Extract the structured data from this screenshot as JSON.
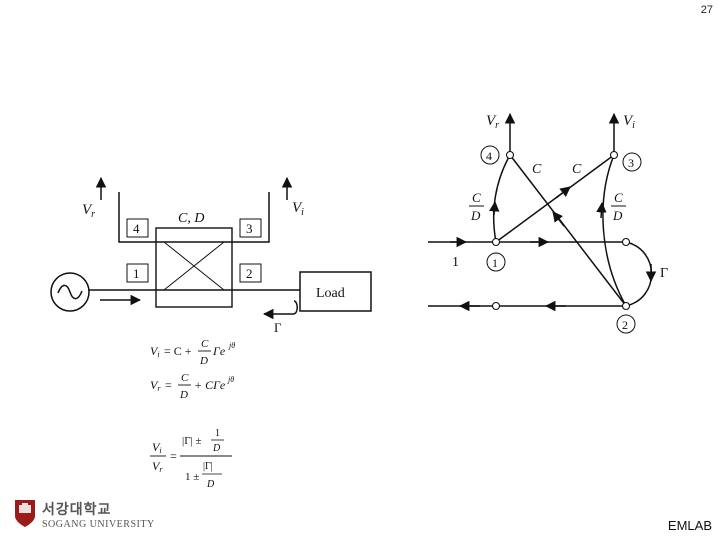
{
  "page_number": "27",
  "footer": {
    "lab": "EMLAB"
  },
  "logo": {
    "korean": "서강대학교",
    "english": "SOGANG UNIVERSITY",
    "mark": "seal-icon"
  },
  "coupler_diagram": {
    "box_label": "C, D",
    "ports": [
      "1",
      "2",
      "3",
      "4"
    ],
    "outputs": {
      "left": "V",
      "left_sub": "r",
      "right": "V",
      "right_sub": "i"
    },
    "load_label": "Load",
    "gamma": "Γ",
    "source": "source-icon"
  },
  "equations": {
    "vi": {
      "lhs": "V",
      "lhs_sub": "i",
      "rhs_a": "= C +",
      "frac_num": "C",
      "frac_den": "D",
      "rhs_b": "Γe",
      "exp": "jθ"
    },
    "vr": {
      "lhs": "V",
      "lhs_sub": "r",
      "rhs_a": "=",
      "frac_num": "C",
      "frac_den": "D",
      "rhs_b": "+ CΓe",
      "exp": "jθ"
    },
    "ratio": {
      "num_v": "V",
      "num_sub": "i",
      "den_v": "V",
      "den_sub": "r",
      "eq": "=",
      "top": "|Γ| ±",
      "top_frac_num": "1",
      "top_frac_den": "D",
      "bottom": "1 ±",
      "bottom_frac_num": "|Γ|",
      "bottom_frac_den": "D"
    }
  },
  "flow_graph": {
    "outputs": {
      "left": "V",
      "left_sub": "r",
      "right": "V",
      "right_sub": "i"
    },
    "nodes": [
      "1",
      "2",
      "3",
      "4"
    ],
    "branch_labels": {
      "c_left": "C",
      "c_right": "C",
      "cd_num": "C",
      "cd_den": "D"
    },
    "input": "1",
    "gamma": "Γ"
  }
}
